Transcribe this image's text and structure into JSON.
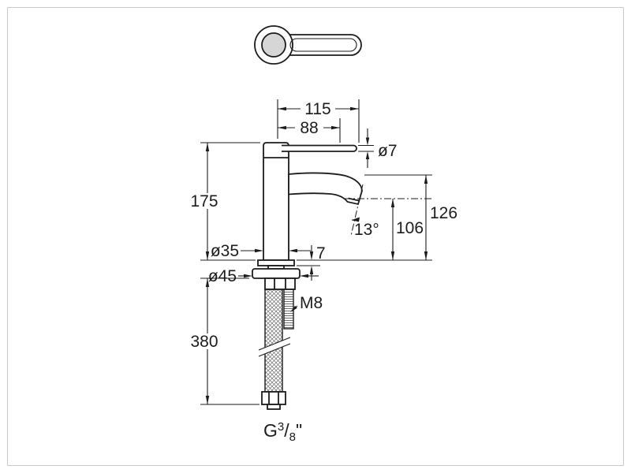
{
  "colors": {
    "line": "#1c1c1c",
    "background": "#ffffff",
    "frame": "#c8c8c8",
    "lever_fill": "#d6d6d6"
  },
  "dimensions": {
    "top_width": "115",
    "handle_width": "88",
    "lever_diameter": "ø7",
    "body_height": "175",
    "body_diameter": "ø35",
    "collar_thickness": "7",
    "spout_angle": "13°",
    "outlet_height": "106",
    "spout_top_height": "126",
    "flange_diameter": "ø45",
    "stud_thread": "M8",
    "hose_length": "380",
    "connection": {
      "prefix": "G",
      "numerator": "3",
      "slash": "/",
      "denominator": "8",
      "suffix": "\""
    }
  }
}
